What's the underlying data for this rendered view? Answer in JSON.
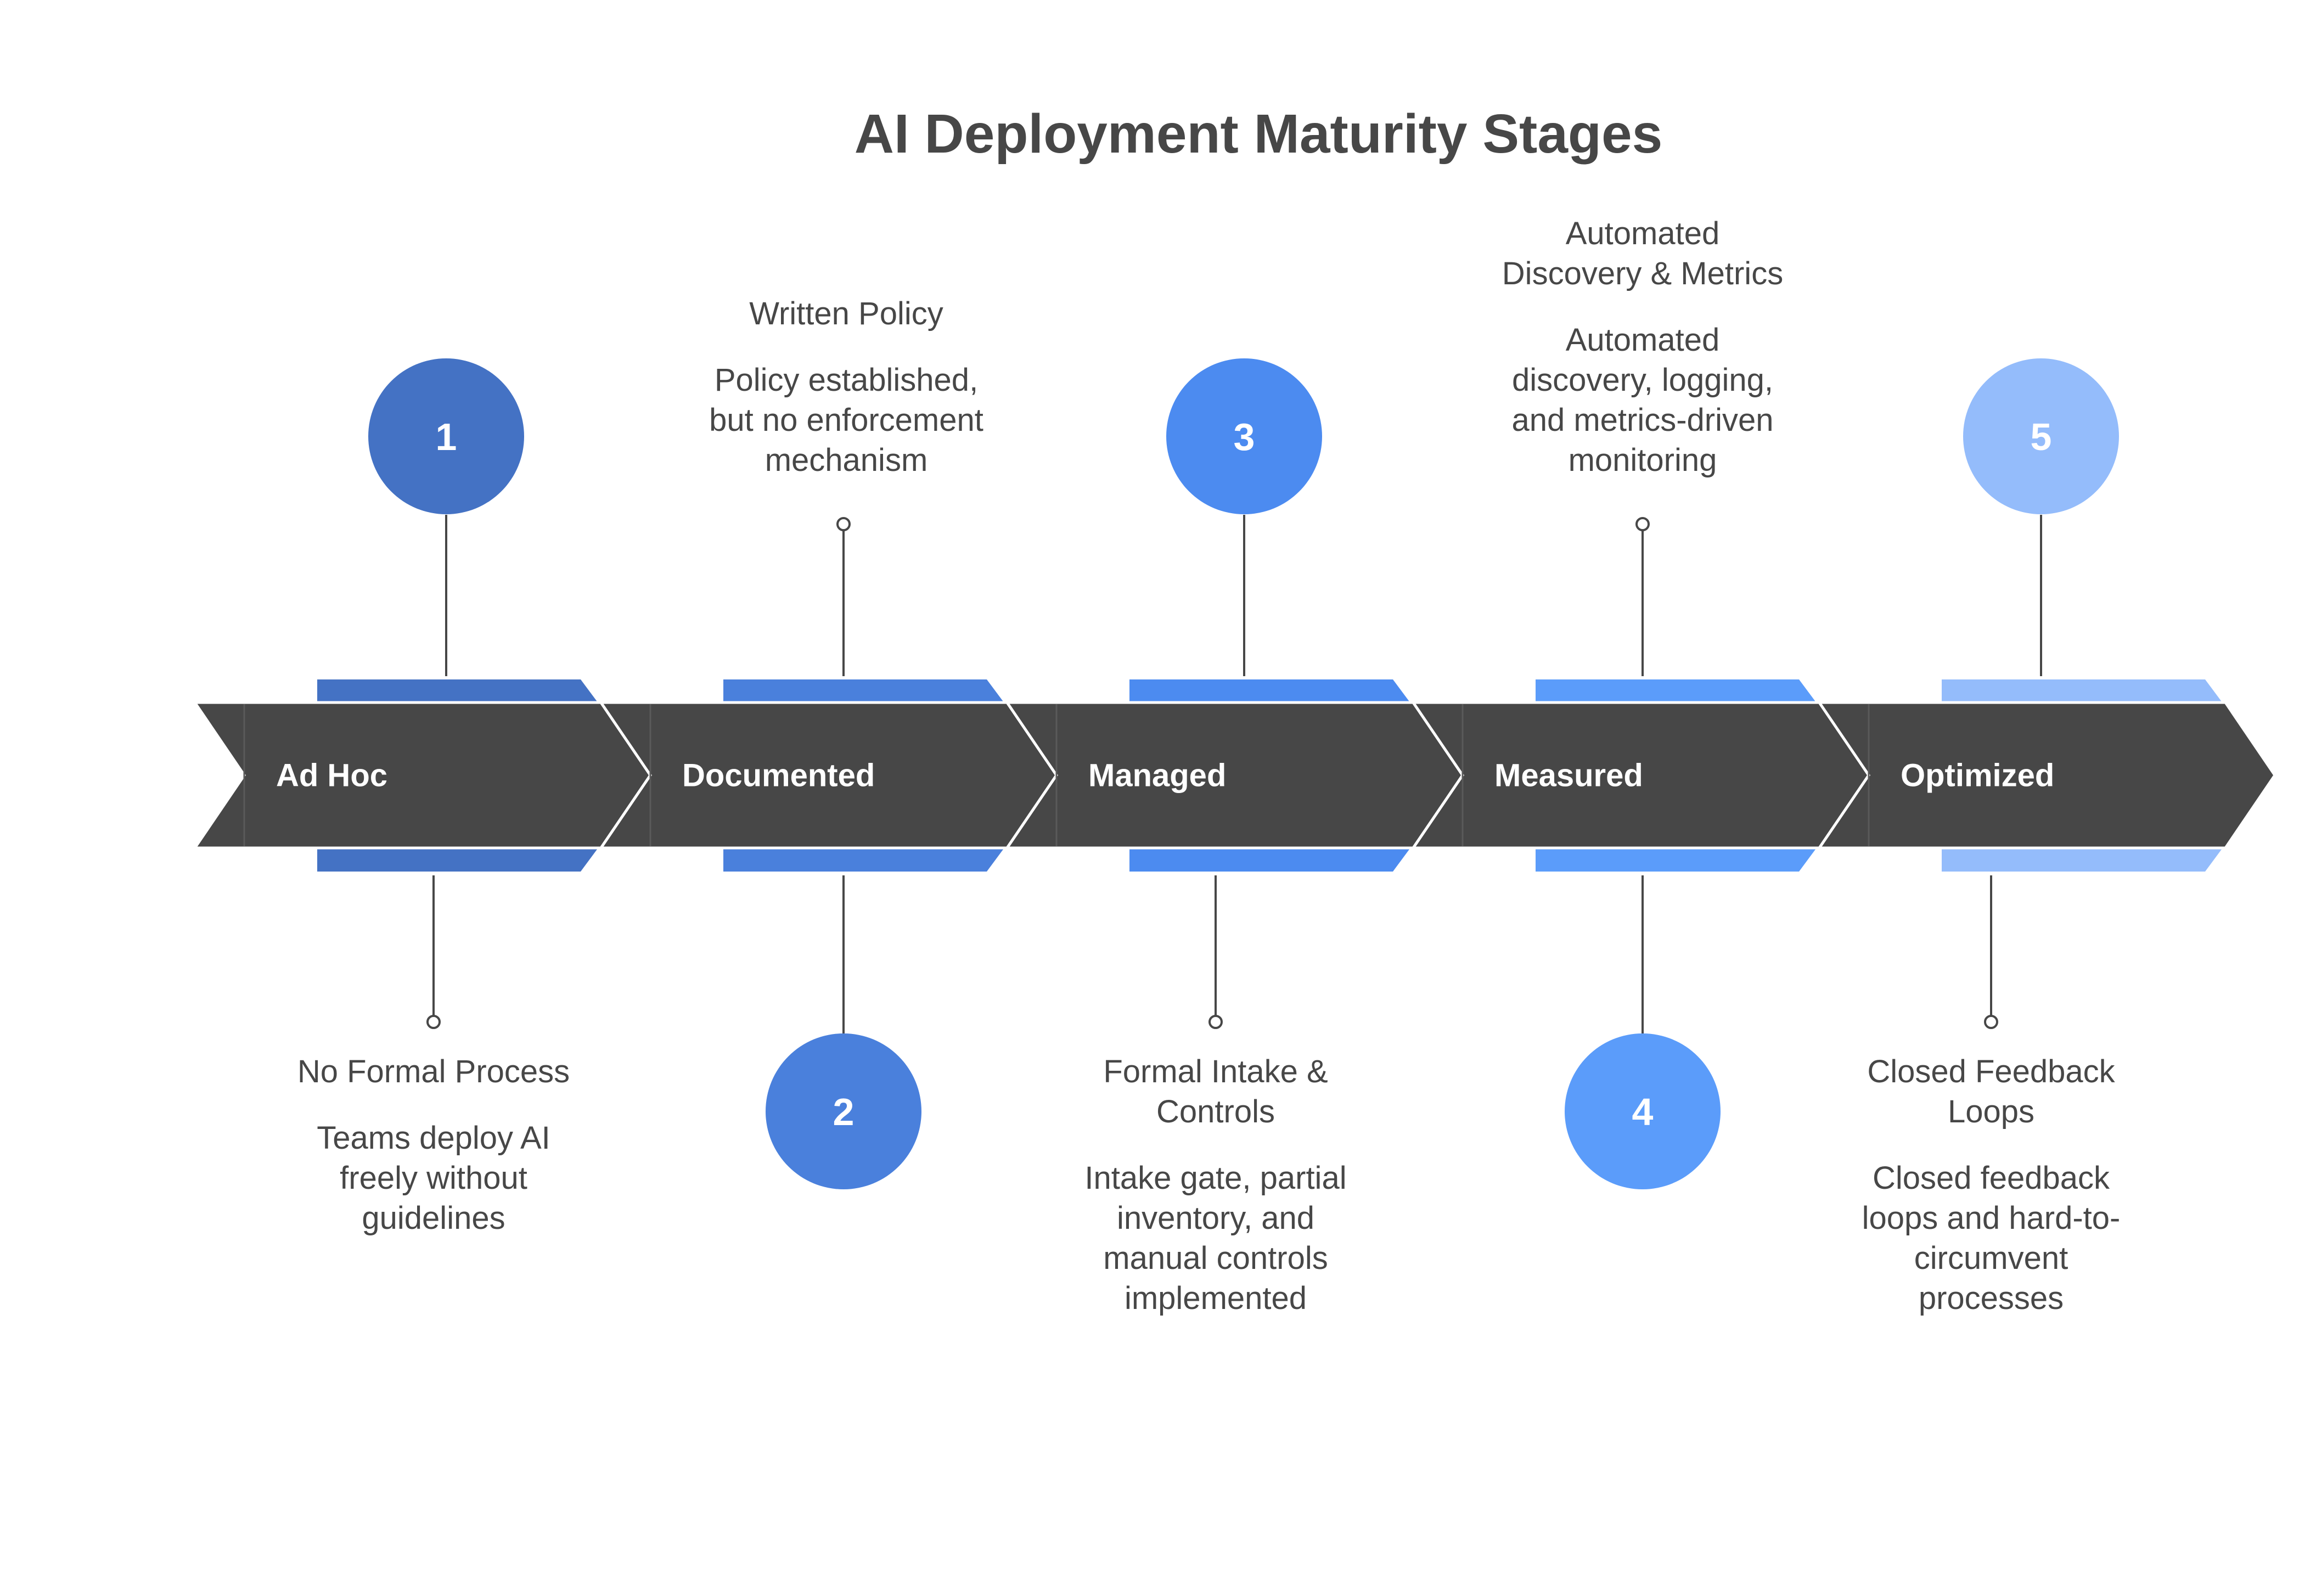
{
  "title": "AI Deployment Maturity Stages",
  "colors": {
    "band": "#474747",
    "band_divider": "#5a5a5a",
    "outline": "#ffffff",
    "text_dark": "#474747",
    "connector": "#474747",
    "chevron_text": "#ffffff"
  },
  "stages": [
    {
      "number": "1",
      "name": "Ad Hoc",
      "heading": [
        "No Formal Process"
      ],
      "description": [
        "Teams deploy AI",
        "freely without",
        "guidelines"
      ],
      "color": "#4472c4",
      "circle_side": "top",
      "text_side": "bottom"
    },
    {
      "number": "2",
      "name": "Documented",
      "heading": [
        "Written Policy"
      ],
      "description": [
        "Policy established,",
        "but no enforcement",
        "mechanism"
      ],
      "color": "#4a80dc",
      "circle_side": "bottom",
      "text_side": "top"
    },
    {
      "number": "3",
      "name": "Managed",
      "heading": [
        "Formal Intake &",
        "Controls"
      ],
      "description": [
        "Intake gate, partial",
        "inventory, and",
        "manual controls",
        "implemented"
      ],
      "color": "#4c8bf0",
      "circle_side": "top",
      "text_side": "bottom"
    },
    {
      "number": "4",
      "name": "Measured",
      "heading": [
        "Automated",
        "Discovery & Metrics"
      ],
      "description": [
        "Automated",
        "discovery, logging,",
        "and metrics-driven",
        "monitoring"
      ],
      "color": "#5b9cfa",
      "circle_side": "bottom",
      "text_side": "top"
    },
    {
      "number": "5",
      "name": "Optimized",
      "heading": [
        "Closed Feedback",
        "Loops"
      ],
      "description": [
        "Closed feedback",
        "loops and hard-to-",
        "circumvent",
        "processes"
      ],
      "color": "#94bcfb",
      "circle_side": "top",
      "text_side": "bottom"
    }
  ]
}
